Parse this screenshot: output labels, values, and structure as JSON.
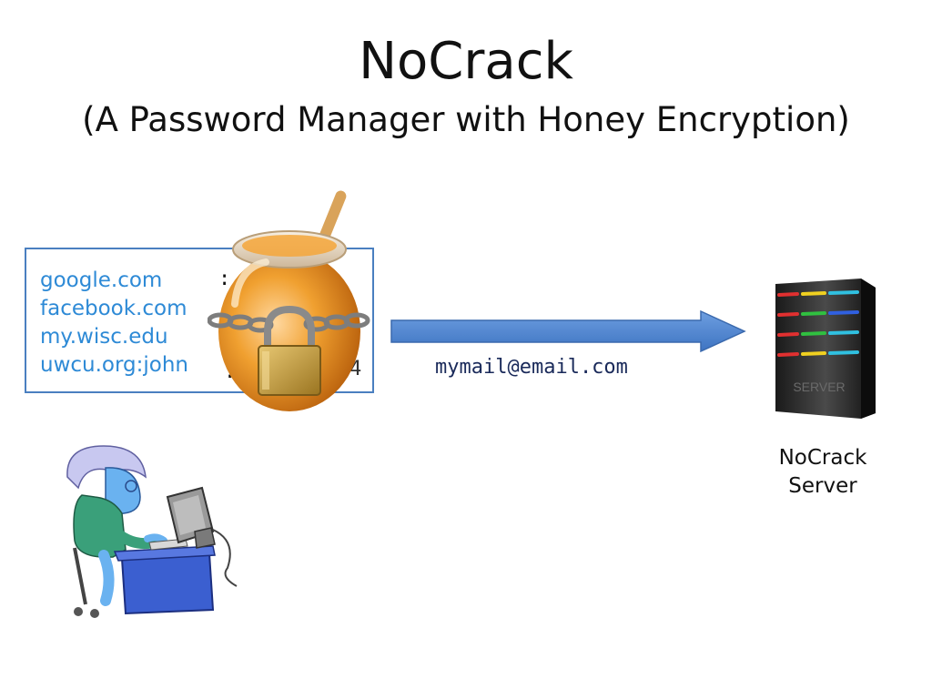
{
  "slide": {
    "title": "NoCrack",
    "subtitle": "(A Password Manager with Honey Encryption)"
  },
  "vault": {
    "sites": [
      "google.com",
      "facebook.com",
      "my.wisc.edu",
      "uwcu.org:john"
    ],
    "password_tail": "4",
    "separator": ":"
  },
  "upload": {
    "email": "mymail@email.com"
  },
  "server": {
    "label_line1": "NoCrack",
    "label_line2": "Server",
    "casing_text": "SERVER"
  },
  "colors": {
    "site_text": "#2e8ad6",
    "vault_border": "#4a7fc0",
    "arrow": "#4f86cf",
    "honey": "#e08a1e"
  },
  "icons": [
    "honey-jar-icon",
    "padlock-icon",
    "chain-icon",
    "server-icon",
    "user-at-computer-icon",
    "arrow-right-icon"
  ]
}
